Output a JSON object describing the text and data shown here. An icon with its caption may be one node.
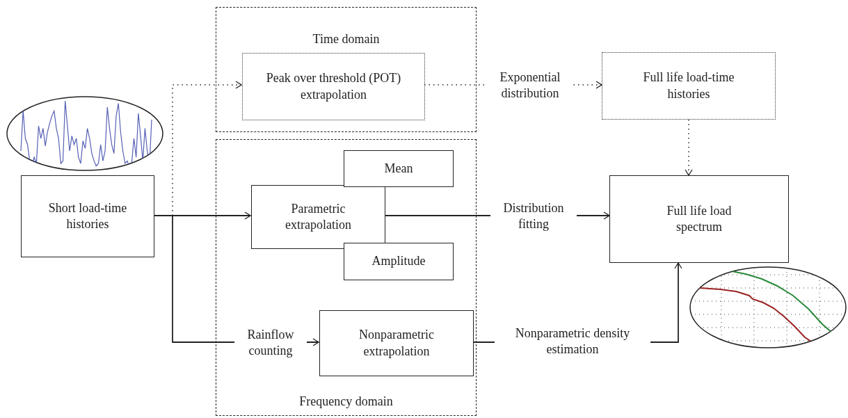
{
  "diagram": {
    "nodes": [
      {
        "text": [
          "Time domain"
        ]
      },
      {
        "text": [
          "Peak over threshold (POT) extrapolation"
        ],
        "in": 0
      },
      {
        "text": [
          "Frequency domain"
        ]
      },
      {
        "text": [
          "Short load-time histories"
        ]
      },
      {
        "text": [
          "Parametric extrapolation"
        ],
        "in": 2
      },
      {
        "text": [
          "Mean"
        ],
        "in": 2
      },
      {
        "text": [
          "Amplitude"
        ],
        "in": 2
      },
      {
        "text": [
          "Nonparametric extrapolation"
        ],
        "in": 2
      },
      {
        "text": [
          "Full life load-time histories"
        ]
      },
      {
        "text": [
          "Full life load spectrum"
        ]
      }
    ],
    "edges": [
      {
        "from": 3,
        "to": 1,
        "arrow": "to",
        "style": "dashed"
      },
      {
        "from": 3,
        "to": 4,
        "arrow": "to"
      },
      {
        "from": 3,
        "to": 7,
        "arrow": "to",
        "label": "Rainflow counting"
      },
      {
        "from": 4,
        "to": 9,
        "arrow": "to",
        "label": "Distribution fitting"
      },
      {
        "from": 7,
        "to": 9,
        "arrow": "to",
        "label": "Nonparametric density estimation"
      },
      {
        "from": 1,
        "to": 8,
        "arrow": "to",
        "label": "Exponential distribution",
        "style": "dashed"
      },
      {
        "from": 8,
        "to": 9,
        "arrow": "to",
        "style": "dashed"
      }
    ]
  }
}
